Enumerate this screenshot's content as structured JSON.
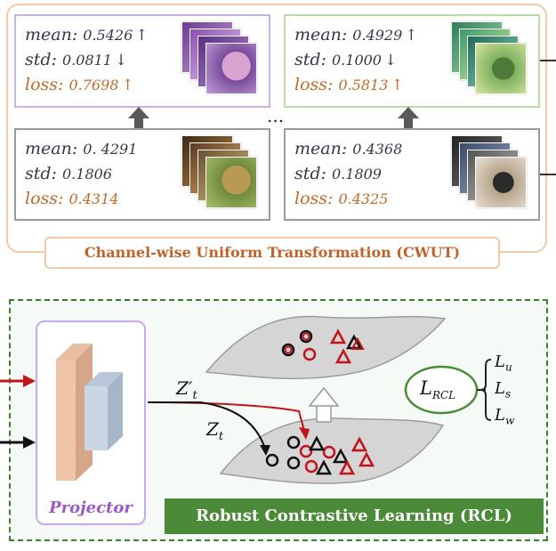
{
  "cwut": {
    "title": "Channel-wise Uniform Transformation (CWUT)",
    "ellipsis": "...",
    "cards": {
      "top_left": {
        "mean_key": "mean:",
        "mean_val": "0.5426",
        "mean_arrow": "↑",
        "std_key": "std:",
        "std_val": "0.0811",
        "std_arrow": "↓",
        "loss_key": "loss:",
        "loss_val": "0.7698",
        "loss_arrow": "↑"
      },
      "top_right": {
        "mean_key": "mean:",
        "mean_val": "0.4929",
        "mean_arrow": "↑",
        "std_key": "std:",
        "std_val": "0.1000",
        "std_arrow": "↓",
        "loss_key": "loss:",
        "loss_val": "0.5813",
        "loss_arrow": "↑"
      },
      "bottom_left": {
        "mean_key": "mean:",
        "mean_val": "0. 4291",
        "std_key": "std:",
        "std_val": "0.1806",
        "loss_key": "loss:",
        "loss_val": "0.4314"
      },
      "bottom_right": {
        "mean_key": "mean:",
        "mean_val": "0.4368",
        "std_key": "std:",
        "std_val": "0.1809",
        "loss_key": "loss:",
        "loss_val": "0.4325"
      }
    }
  },
  "rcl": {
    "title": "Robust Contrastive Learning (RCL)",
    "projector_label": "Projector",
    "z_prime": "Z′",
    "z_prime_sub": "t",
    "z": "Z",
    "z_sub": "t",
    "loss_main": "L",
    "loss_main_sub": "RCL",
    "loss_terms": [
      {
        "sym": "L",
        "sub": "u"
      },
      {
        "sym": "L",
        "sub": "s"
      },
      {
        "sym": "L",
        "sub": "w"
      }
    ]
  },
  "colors": {
    "panel_orange": "#f3c9a8",
    "title_orange": "#c0622a",
    "loss_orange": "#c06a2b",
    "purple_border": "#c9b2e6",
    "green_border": "#b9dca6",
    "rcl_green": "#4b8a38",
    "red": "#c0141a"
  }
}
